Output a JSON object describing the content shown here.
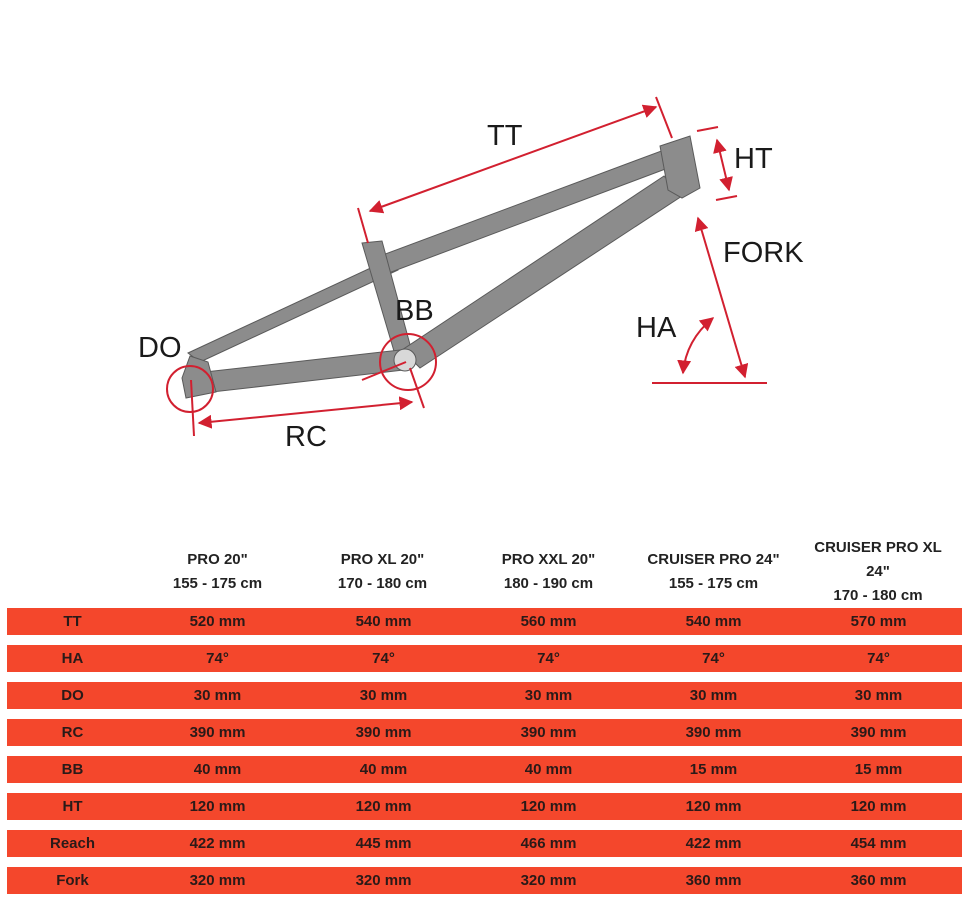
{
  "diagram": {
    "labels": {
      "tt": "TT",
      "ht": "HT",
      "fork": "FORK",
      "ha": "HA",
      "bb": "BB",
      "do": "DO",
      "rc": "RC"
    },
    "frame_color": "#8c8c8c",
    "accent_color": "#d22030"
  },
  "table": {
    "columns": [
      {
        "name": "PRO 20\"",
        "height": "155 - 175 cm"
      },
      {
        "name": "PRO XL 20\"",
        "height": "170 - 180 cm"
      },
      {
        "name": "PRO XXL 20\"",
        "height": "180 - 190 cm"
      },
      {
        "name": "CRUISER PRO 24\"",
        "height": "155 - 175 cm"
      },
      {
        "name": "CRUISER PRO XL 24\"",
        "height": "170 - 180 cm"
      }
    ],
    "rows": [
      {
        "label": "TT",
        "values": [
          "520 mm",
          "540 mm",
          "560 mm",
          "540 mm",
          "570 mm"
        ]
      },
      {
        "label": "HA",
        "values": [
          "74°",
          "74°",
          "74°",
          "74°",
          "74°"
        ]
      },
      {
        "label": "DO",
        "values": [
          "30 mm",
          "30 mm",
          "30 mm",
          "30 mm",
          "30 mm"
        ]
      },
      {
        "label": "RC",
        "values": [
          "390 mm",
          "390 mm",
          "390 mm",
          "390 mm",
          "390 mm"
        ]
      },
      {
        "label": "BB",
        "values": [
          "40 mm",
          "40 mm",
          "40 mm",
          "15 mm",
          "15 mm"
        ]
      },
      {
        "label": "HT",
        "values": [
          "120 mm",
          "120 mm",
          "120 mm",
          "120 mm",
          "120 mm"
        ]
      },
      {
        "label": "Reach",
        "values": [
          "422 mm",
          "445 mm",
          "466 mm",
          "422 mm",
          "454 mm"
        ]
      },
      {
        "label": "Fork",
        "values": [
          "320 mm",
          "320 mm",
          "320 mm",
          "360 mm",
          "360 mm"
        ]
      }
    ],
    "row_color": "#f4472c"
  }
}
